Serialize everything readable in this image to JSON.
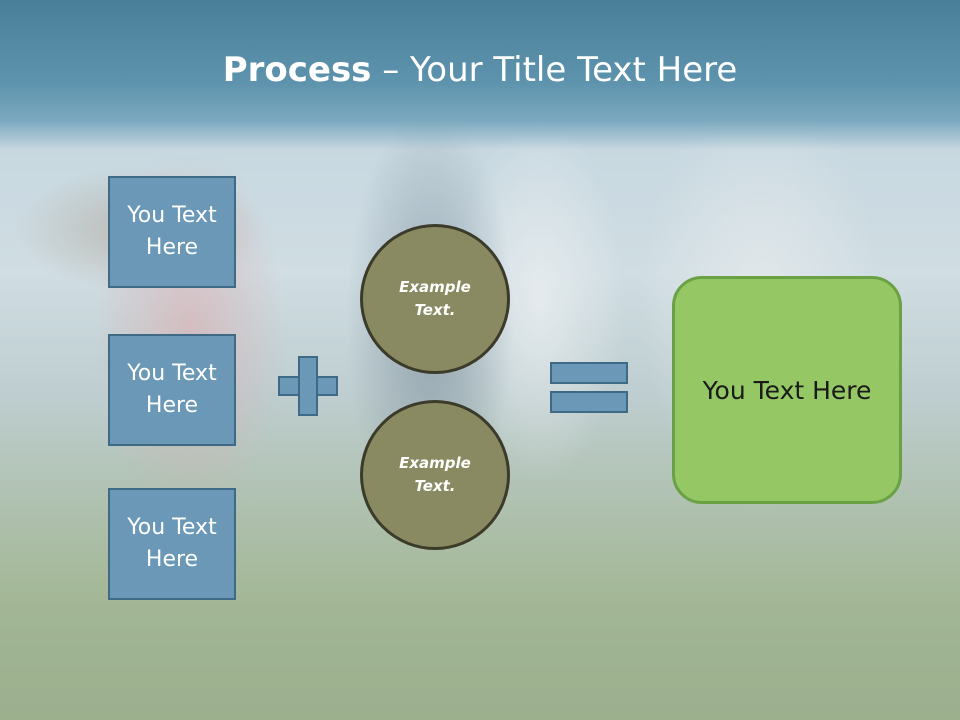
{
  "slide": {
    "title_bold": "Process",
    "title_rest": " – Your Title Text Here",
    "left_boxes": [
      {
        "label": "You Text Here"
      },
      {
        "label": "You Text Here"
      },
      {
        "label": "You Text Here"
      }
    ],
    "circles": [
      {
        "label": "Example Text."
      },
      {
        "label": "Example Text."
      }
    ],
    "result": {
      "label": "You Text Here"
    },
    "icons": {
      "plus": "plus-icon",
      "equals": "equals-icon"
    },
    "colors": {
      "header": "#5e93ad",
      "box_fill": "#6a98b6",
      "box_border": "#3f6a85",
      "circle_fill": "#8a8a62",
      "result_fill": "#95c864"
    }
  }
}
